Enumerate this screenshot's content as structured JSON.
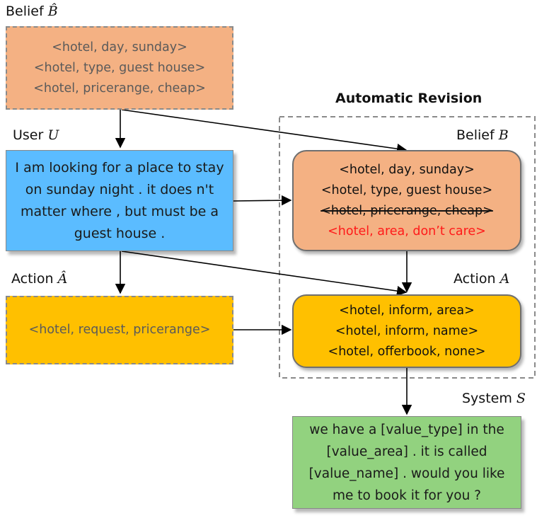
{
  "belief_hat": {
    "label": "Belief",
    "symbol": "B̂",
    "items": [
      "<hotel, day, sunday>",
      "<hotel, type, guest house>",
      "<hotel, pricerange, cheap>"
    ]
  },
  "user": {
    "label": "User",
    "symbol": "U",
    "lines": [
      "I am looking for a place to stay",
      "on sunday night . it does n't",
      "matter where , but must be a",
      "guest house ."
    ]
  },
  "action_hat": {
    "label": "Action",
    "symbol": "Â",
    "items": [
      "<hotel, request, pricerange>"
    ]
  },
  "revision": {
    "title": "Automatic Revision"
  },
  "belief": {
    "label": "Belief",
    "symbol": "B",
    "items": [
      "<hotel, day, sunday>",
      "<hotel, type, guest house>"
    ],
    "removed_item": "<hotel, pricerange, cheap>",
    "added_item": "<hotel, area, don’t care>"
  },
  "action": {
    "label": "Action",
    "symbol": "A",
    "items": [
      "<hotel, inform, area>",
      "<hotel, inform, name>",
      "<hotel, offerbook, none>"
    ]
  },
  "system": {
    "label": "System",
    "symbol": "S",
    "lines": [
      "we have a [value_type] in the",
      "[value_area] . it is called",
      "[value_name] . would you like",
      "me to book it for you ?"
    ]
  },
  "colors": {
    "belief_fill": "#f4b183",
    "user_fill": "#5bbcff",
    "action_fill": "#ffc000",
    "system_fill": "#92d27f",
    "added_text": "#ff1a1a"
  }
}
